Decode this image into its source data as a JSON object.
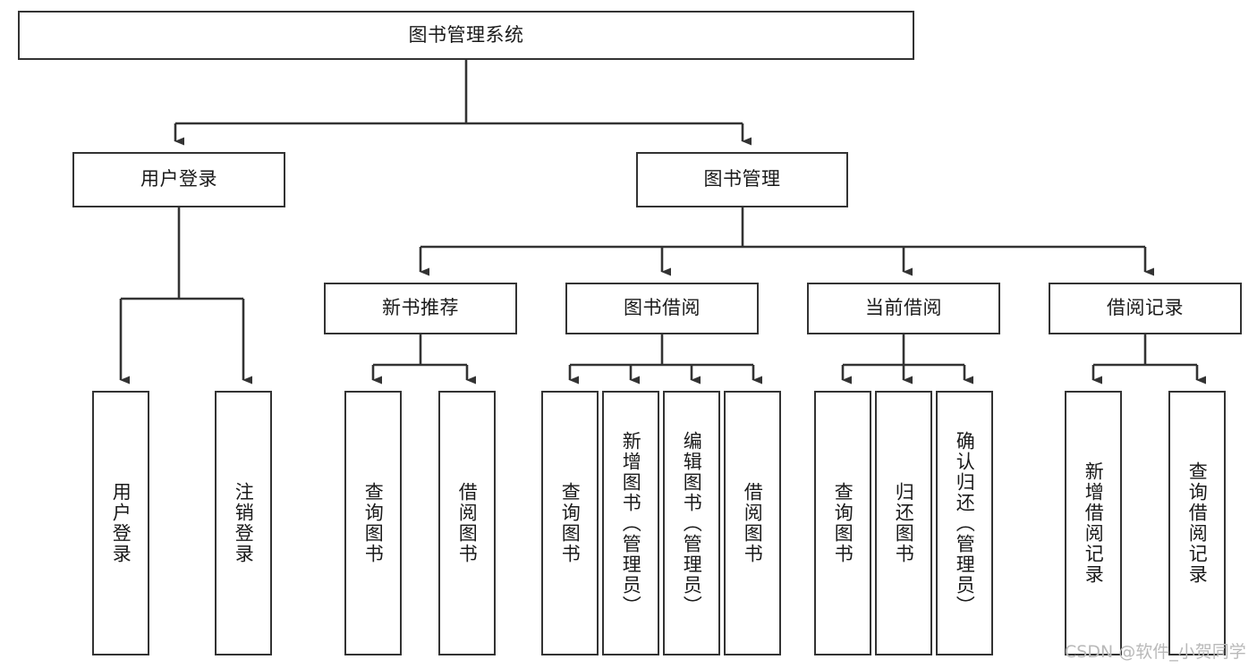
{
  "diagram": {
    "title": "图书管理系统",
    "watermark": "CSDN @软件_小贺同学",
    "line_color": "#333333",
    "box_border_color": "#333333",
    "box_fill_color": "#ffffff",
    "text_color": "#1a1a1a",
    "levels": {
      "root": {
        "label": "图书管理系统"
      },
      "level2": [
        {
          "label": "用户登录"
        },
        {
          "label": "图书管理"
        }
      ],
      "level3": [
        {
          "label": "新书推荐"
        },
        {
          "label": "图书借阅"
        },
        {
          "label": "当前借阅"
        },
        {
          "label": "借阅记录"
        }
      ],
      "level4": {
        "user_login": [
          {
            "label": "用户登录"
          },
          {
            "label": "注销登录"
          }
        ],
        "new_book_recommend": [
          {
            "label": "查询图书"
          },
          {
            "label": "借阅图书"
          }
        ],
        "book_borrow": [
          {
            "label": "查询图书"
          },
          {
            "label": "新增图书（管理员）"
          },
          {
            "label": "编辑图书（管理员）"
          },
          {
            "label": "借阅图书"
          }
        ],
        "current_borrow": [
          {
            "label": "查询图书"
          },
          {
            "label": "归还图书"
          },
          {
            "label": "确认归还（管理员）"
          }
        ],
        "borrow_record": [
          {
            "label": "新增借阅记录"
          },
          {
            "label": "查询借阅记录"
          }
        ]
      }
    }
  }
}
